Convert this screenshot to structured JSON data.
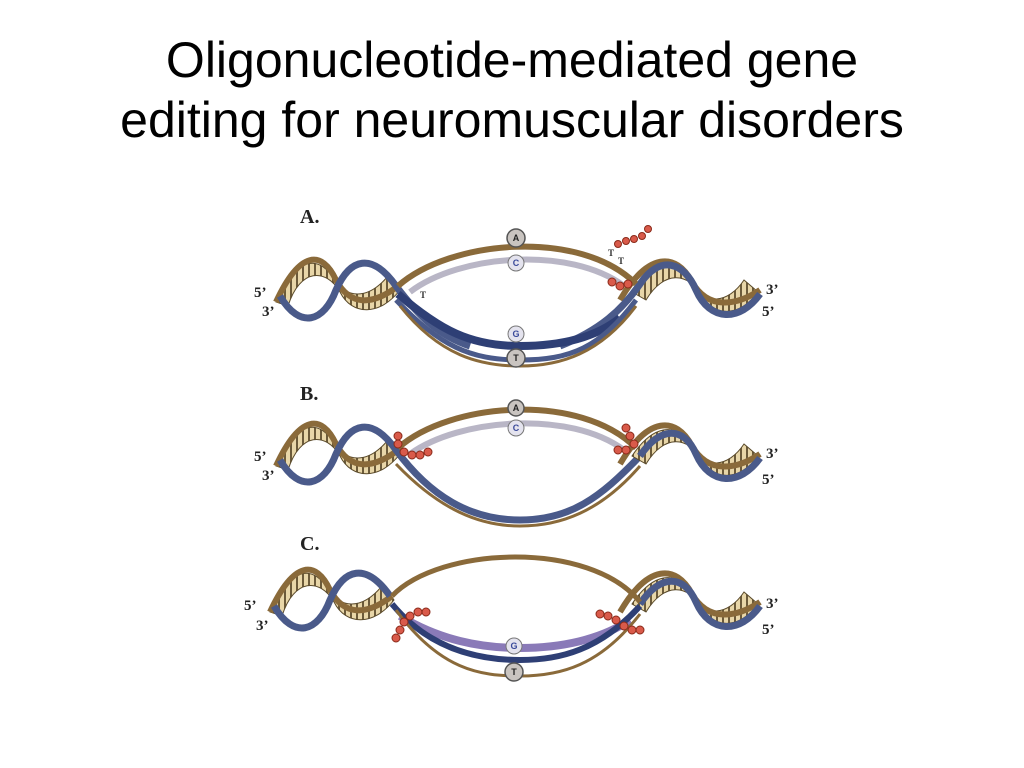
{
  "slide": {
    "title_line1": "Oligonucleotide-mediated gene",
    "title_line2": "editing for neuromuscular disorders"
  },
  "diagram": {
    "panels": [
      {
        "label": "A.",
        "left_top": "5’",
        "left_bottom": "3’",
        "right_top": "3’",
        "right_bottom": "5’",
        "top_bases": [
          "A",
          "C"
        ],
        "bottom_bases": [
          "G",
          "T"
        ],
        "thio_text": [
          "T",
          "T",
          "T"
        ]
      },
      {
        "label": "B.",
        "left_top": "5’",
        "left_bottom": "3’",
        "right_top": "3’",
        "right_bottom": "5’",
        "top_bases": [
          "A",
          "C"
        ]
      },
      {
        "label": "C.",
        "left_top": "5’",
        "left_bottom": "3’",
        "right_top": "3’",
        "right_bottom": "5’",
        "bottom_bases": [
          "G",
          "T"
        ]
      }
    ]
  },
  "colors": {
    "strand_tan": "#8a6a3a",
    "strand_blue": "#4a5a8a",
    "strand_navy": "#2e3f75",
    "strand_light": "#b9b6c6",
    "strand_purple": "#8a7ab8",
    "hatch": "#6b5a3a",
    "helix_fill": "#e8d6a8",
    "bead_red": "#d95a4a"
  }
}
